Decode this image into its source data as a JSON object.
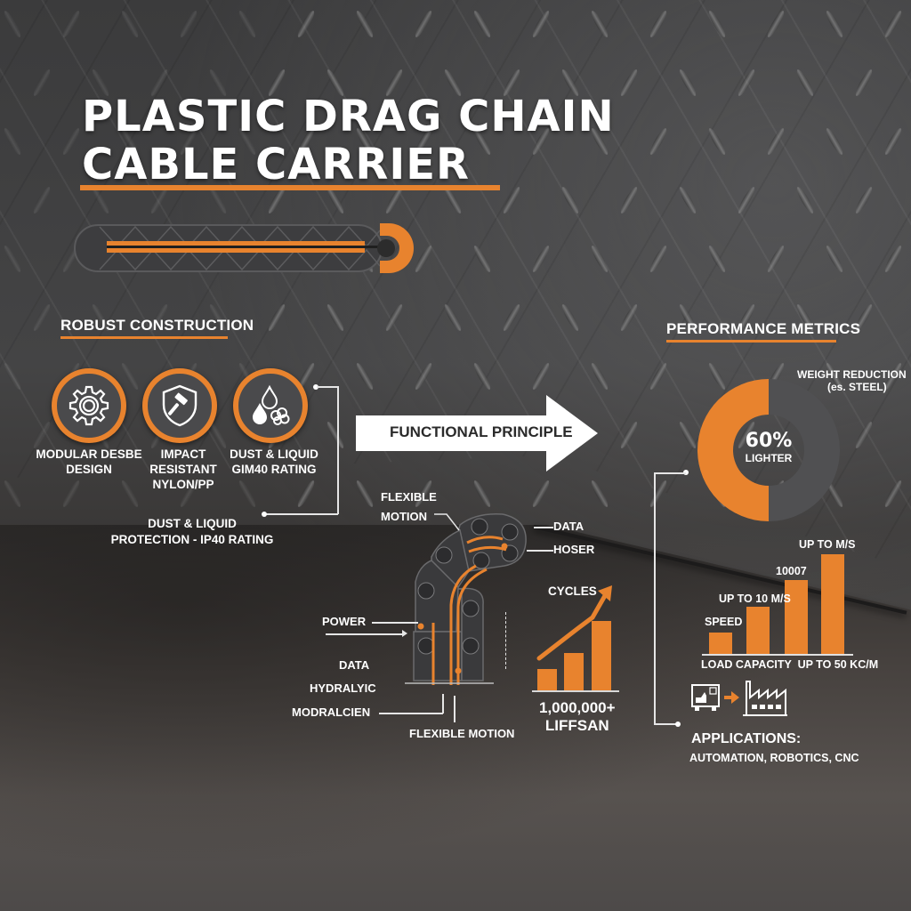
{
  "title": {
    "line1": "PLASTIC DRAG CHAIN",
    "line2": "CABLE CARRIER"
  },
  "colors": {
    "accent": "#e8832e",
    "dark_panel": "#4a4a4c",
    "text": "#ffffff",
    "arrow_fill": "#ffffff",
    "arrow_text": "#2a2a2a"
  },
  "robust_construction": {
    "heading": "ROBUST CONSTRUCTION",
    "features": [
      {
        "icon": "gear-icon",
        "label_line1": "MODULAR DESBE",
        "label_line2": "DESIGN"
      },
      {
        "icon": "shield-hammer-icon",
        "label_line1": "IMPACT RESISTANT",
        "label_line2": "NYLON/PP"
      },
      {
        "icon": "droplets-dust-icon",
        "label_line1": "DUST & LIQUID",
        "label_line2": "GIM40 RATING"
      }
    ],
    "footnote_line1": "DUST & LIQUID",
    "footnote_line2": "PROTECTION - IP40 RATING"
  },
  "functional_principle": {
    "arrow_label": "FUNCTIONAL PRINCIPLE",
    "callouts": {
      "flexible_motion_top_line1": "FLEXIBLE",
      "flexible_motion_top_line2": "MOTION",
      "data_right": "DATA",
      "hoser_right": "HOSER",
      "power": "POWER",
      "data_left": "DATA",
      "hydraulic": "HYDRALYIC",
      "modralcien": "MODRALCIEN",
      "flexible_motion_bottom": "FLEXIBLE MOTION"
    },
    "cycles": {
      "label": "CYCLES",
      "value_line1": "1,000,000+",
      "value_line2": "LIFFSAN"
    }
  },
  "performance_metrics": {
    "heading": "PERFORMANCE METRICS",
    "weight_reduction_line1": "WEIGHT REDUCTION",
    "weight_reduction_line2": "(es. STEEL)",
    "donut_value": "60%",
    "donut_caption": "LIGHTER",
    "bar_labels": {
      "speed": "SPEED",
      "up_to_10": "UP TO 10 M/S",
      "b3": "10007",
      "b4": "UP TO M/S"
    },
    "axis_caption": "LOAD CAPACITY  UP TO 50 KC/M",
    "applications_heading": "APPLICATIONS:",
    "applications_list": "AUTOMATION, ROBOTICS, CNC",
    "applications_icons": [
      "machine-icon",
      "arrow-right-icon",
      "factory-icon"
    ]
  },
  "chart_data": [
    {
      "type": "pie",
      "title": "WEIGHT REDUCTION (es. STEEL)",
      "categories": [
        "Lighter",
        "Remaining"
      ],
      "values": [
        50,
        50
      ],
      "center_label": "60% LIGHTER",
      "colors": [
        "#e8832e",
        "#505052"
      ]
    },
    {
      "type": "bar",
      "title": "CYCLES",
      "categories": [
        "1",
        "2",
        "3"
      ],
      "values": [
        25,
        42,
        77
      ],
      "trend_arrow": true,
      "annotation": "1,000,000+ LIFFSAN"
    },
    {
      "type": "bar",
      "title": "PERFORMANCE METRICS",
      "categories": [
        "SPEED",
        "UP TO 10 M/S",
        "10007",
        "UP TO M/S"
      ],
      "values": [
        24,
        53,
        83,
        112
      ],
      "xlabel": "LOAD CAPACITY  UP TO 50 KC/M"
    }
  ]
}
